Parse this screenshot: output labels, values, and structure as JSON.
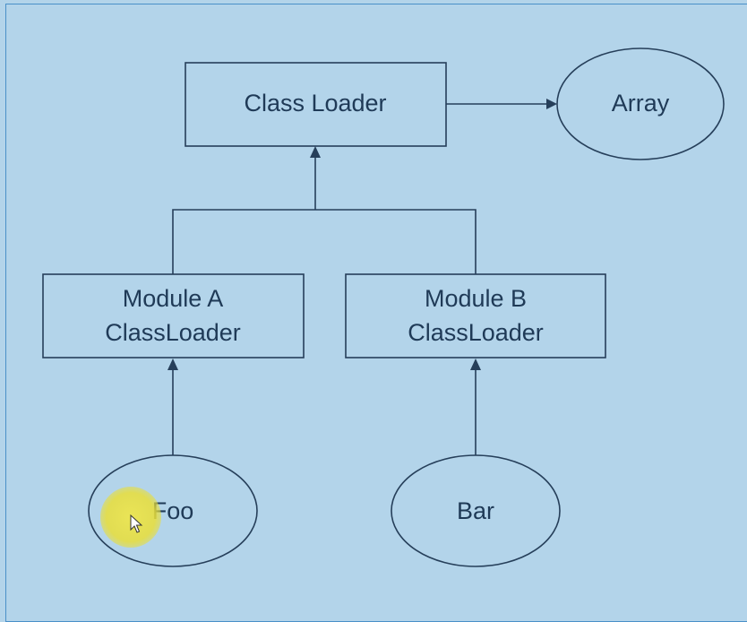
{
  "diagram": {
    "nodes": {
      "class_loader": {
        "label": "Class Loader"
      },
      "array": {
        "label": "Array"
      },
      "module_a": {
        "label_line1": "Module A",
        "label_line2": "ClassLoader"
      },
      "module_b": {
        "label_line1": "Module B",
        "label_line2": "ClassLoader"
      },
      "foo": {
        "label": "Foo"
      },
      "bar": {
        "label": "Bar"
      }
    },
    "colors": {
      "background": "#b3d4ea",
      "stroke": "#263f5a",
      "text": "#1f3a57",
      "cursor_highlight": "#e8e04a"
    },
    "cursor": {
      "icon": "mouse-pointer-icon"
    }
  }
}
